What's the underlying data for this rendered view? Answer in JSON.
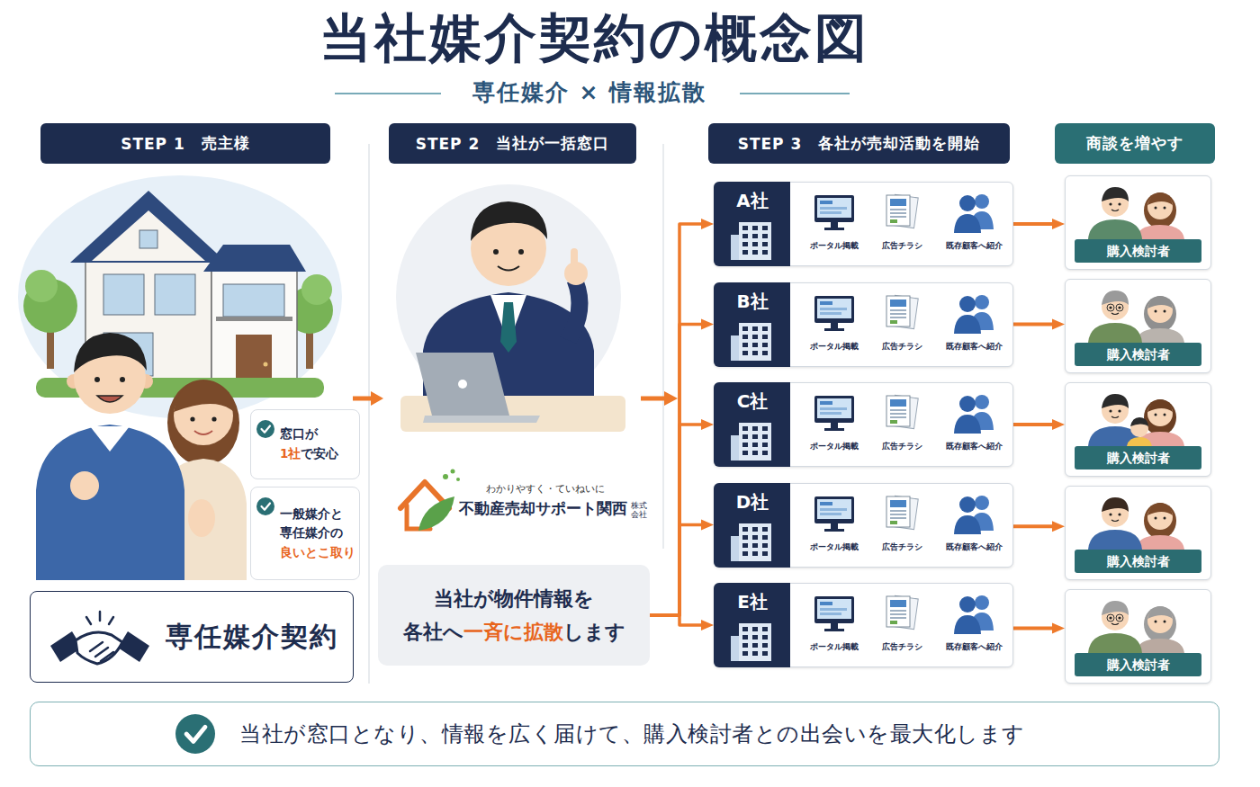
{
  "diagram": {
    "title": "当社媒介契約の概念図",
    "nodes": [
      {
        "text": [
          "STEP 1",
          "売主様"
        ]
      },
      {
        "text": [
          "STEP 2",
          "当社が一括窓口"
        ]
      },
      {
        "text": [
          "STEP 3",
          "各社が売却活動を開始"
        ]
      },
      {
        "text": [
          "商談を増やす"
        ]
      },
      {
        "text": [
          "窓口が 1社で安心"
        ]
      },
      {
        "text": [
          "一般媒介と 専任媒介の 良いとこ取り"
        ]
      },
      {
        "text": [
          "専任媒介契約"
        ]
      },
      {
        "text": [
          "当社が物件情報を 各社へ一斉に拡散します"
        ]
      },
      {
        "text": [
          "A社",
          "ポータル掲載",
          "広告チラシ",
          "既存顧客へ紹介"
        ]
      },
      {
        "text": [
          "B社",
          "ポータル掲載",
          "広告チラシ",
          "既存顧客へ紹介"
        ]
      },
      {
        "text": [
          "C社",
          "ポータル掲載",
          "広告チラシ",
          "既存顧客へ紹介"
        ]
      },
      {
        "text": [
          "D社",
          "ポータル掲載",
          "広告チラシ",
          "既存顧客へ紹介"
        ]
      },
      {
        "text": [
          "E社",
          "ポータル掲載",
          "広告チラシ",
          "既存顧客へ紹介"
        ]
      },
      {
        "text": [
          "購入検討者"
        ]
      },
      {
        "text": [
          "購入検討者"
        ]
      },
      {
        "text": [
          "購入検討者"
        ]
      },
      {
        "text": [
          "購入検討者"
        ]
      },
      {
        "text": [
          "購入検討者"
        ]
      },
      {
        "text": [
          "当社が窓口となり、情報を広く届けて、購入検討者との出会いを最大化します"
        ]
      }
    ],
    "edges": [
      {
        "from": 7,
        "to": 8,
        "arrow": "to"
      },
      {
        "from": 7,
        "to": 9,
        "arrow": "to"
      },
      {
        "from": 7,
        "to": 10,
        "arrow": "to"
      },
      {
        "from": 7,
        "to": 11,
        "arrow": "to"
      },
      {
        "from": 7,
        "to": 12,
        "arrow": "to"
      },
      {
        "from": 8,
        "to": 13,
        "arrow": "to"
      },
      {
        "from": 9,
        "to": 14,
        "arrow": "to"
      },
      {
        "from": 10,
        "to": 15,
        "arrow": "to"
      },
      {
        "from": 11,
        "to": 16,
        "arrow": "to"
      },
      {
        "from": 12,
        "to": 17,
        "arrow": "to"
      }
    ],
    "labels": [
      "専任媒介 × 情報拡散",
      "わかりやすく・ていねいに",
      "不動産売却サポート関西",
      "株式 会社"
    ]
  }
}
